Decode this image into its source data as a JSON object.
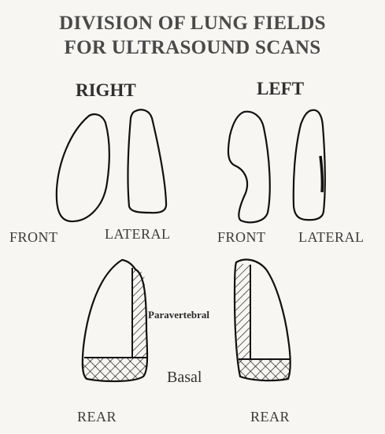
{
  "title": {
    "line1": "DIVISION OF LUNG FIELDS",
    "line2": "FOR ULTRASOUND SCANS"
  },
  "sides": {
    "right": "RIGHT",
    "left": "LEFT"
  },
  "views": {
    "right_front": "FRONT",
    "right_lateral": "LATERAL",
    "left_front": "FRONT",
    "left_lateral": "LATERAL",
    "right_rear": "REAR",
    "left_rear": "REAR"
  },
  "regions": {
    "paravertebral": "Paravertebral",
    "basal": "Basal"
  },
  "colors": {
    "ink": "#111111",
    "background": "#f7f6f3"
  }
}
